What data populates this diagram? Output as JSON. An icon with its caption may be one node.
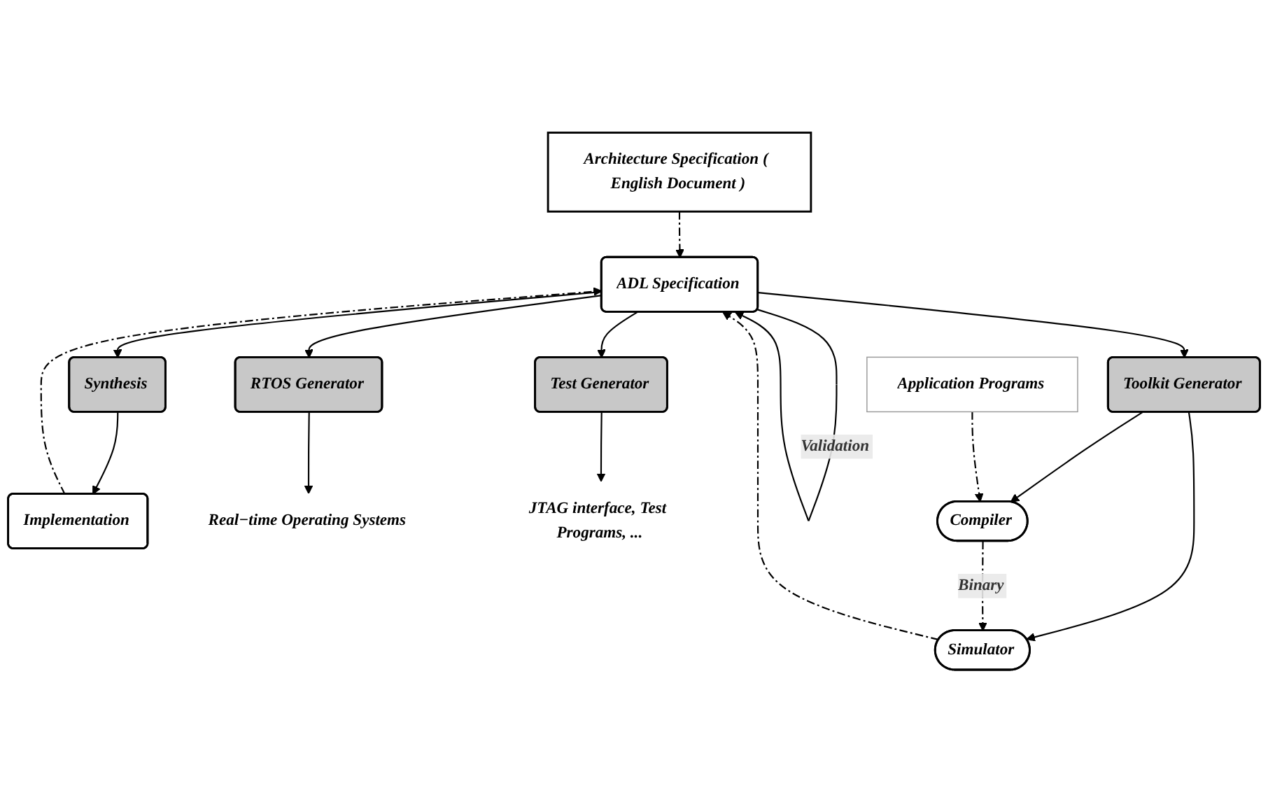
{
  "diagram": {
    "nodes": [
      {
        "text": [
          "Architecture Specification ( English Document )"
        ]
      },
      {
        "text": [
          "ADL Specification"
        ]
      },
      {
        "text": [
          "Synthesis"
        ]
      },
      {
        "text": [
          "RTOS Generator"
        ]
      },
      {
        "text": [
          "Test Generator"
        ]
      },
      {
        "text": [
          "Toolkit Generator"
        ]
      },
      {
        "text": [
          "Application Programs"
        ]
      },
      {
        "text": [
          "Implementation"
        ]
      },
      {
        "text": [
          "Real−time Operating Systems"
        ]
      },
      {
        "text": [
          "JTAG interface, Test Programs, ..."
        ]
      },
      {
        "text": [
          "Compiler"
        ]
      },
      {
        "text": [
          "Simulator"
        ]
      }
    ],
    "edges": [
      {
        "from": 0,
        "to": 1,
        "arrow": "to",
        "style": "dashed"
      },
      {
        "from": 1,
        "to": 1,
        "arrow": "to",
        "label": "Validation"
      },
      {
        "from": 1,
        "to": 2,
        "arrow": "to"
      },
      {
        "from": 1,
        "to": 3,
        "arrow": "to"
      },
      {
        "from": 1,
        "to": 4,
        "arrow": "to"
      },
      {
        "from": 1,
        "to": 5,
        "arrow": "to"
      },
      {
        "from": 2,
        "to": 7,
        "arrow": "to"
      },
      {
        "from": 3,
        "to": 8,
        "arrow": "to"
      },
      {
        "from": 4,
        "to": 9,
        "arrow": "to"
      },
      {
        "from": 5,
        "to": 10,
        "arrow": "to"
      },
      {
        "from": 5,
        "to": 11,
        "arrow": "to"
      },
      {
        "from": 6,
        "to": 10,
        "arrow": "to",
        "style": "dashed"
      },
      {
        "from": 10,
        "to": 11,
        "arrow": "to",
        "style": "dashed",
        "label": "Binary"
      },
      {
        "from": 7,
        "to": 1,
        "arrow": "to",
        "style": "dashed"
      },
      {
        "from": 11,
        "to": 1,
        "arrow": "to",
        "style": "dashed"
      }
    ]
  }
}
